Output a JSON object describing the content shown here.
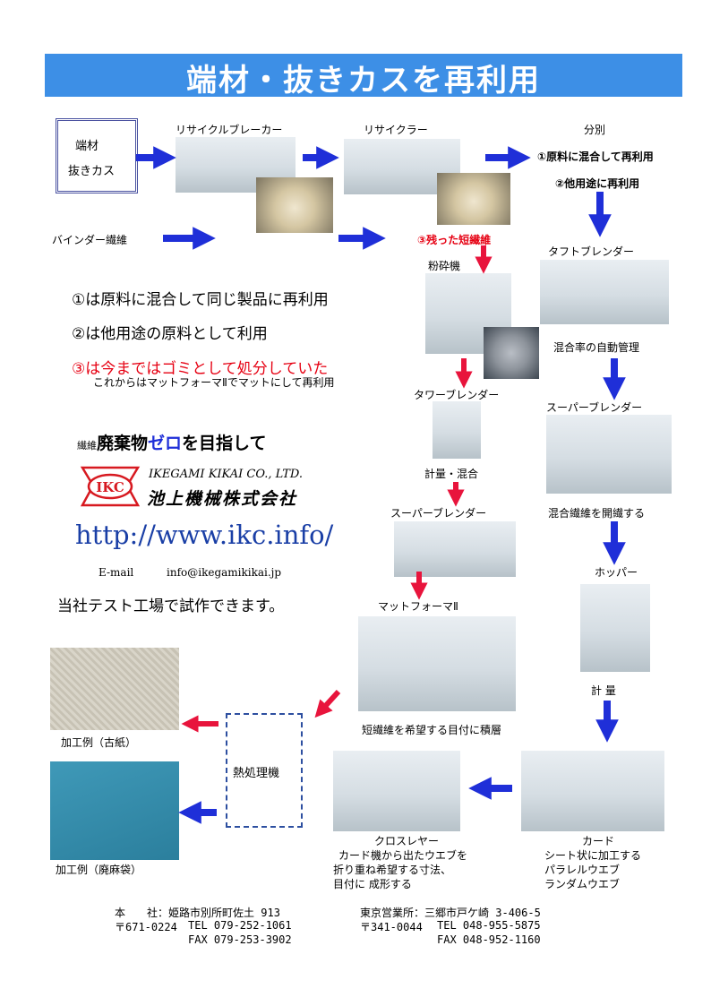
{
  "banner": {
    "title": "端材・抜きカスを再利用"
  },
  "input_box": {
    "line1": "端材",
    "line2": "抜きカス"
  },
  "labels": {
    "recycle_breaker": "リサイクルブレーカー",
    "recycler": "リサイクラー",
    "sort": "分別",
    "sort_1": "①原料に混合して再利用",
    "sort_2": "②他用途に再利用",
    "binder_fiber": "バインダー繊維",
    "leftover_fiber": "③残った短繊維",
    "crusher": "粉砕機",
    "tuft_blender": "タフトブレンダー",
    "auto_mix": "混合率の自動管理",
    "tower_blender": "タワーブレンダー",
    "super_blender_right": "スーパーブレンダー",
    "weigh_mix": "計量・混合",
    "super_blender_mid": "スーパーブレンダー",
    "open_fiber": "混合繊維を開繊する",
    "hopper": "ホッパー",
    "mat_former": "マットフォーマⅡ",
    "weigh": "計 量",
    "laminate": "短繊維を希望する目付に積層",
    "heat_treat": "熱処理機",
    "example1": "加工例（古紙）",
    "example2": "加工例（廃麻袋）",
    "cross_layer": "クロスレヤー",
    "cross_desc1": "カード機から出たウエブを",
    "cross_desc2": "折り重ね希望する寸法、",
    "cross_desc3": "目付に 成形する",
    "card": "カード",
    "card_desc1": "シート状に加工する",
    "card_desc2": "パラレルウエブ",
    "card_desc3": "ランダムウエブ"
  },
  "notes": {
    "note1": "①は原料に混合して同じ製品に再利用",
    "note2": "②は他用途の原料として利用",
    "note3": "③は今まではゴミとして処分していた",
    "note3_sub": "これからはマットフォーマⅡでマットにして再利用"
  },
  "slogan": {
    "prefix": "繊維",
    "part1": "廃棄物",
    "part2": "ゼロ",
    "part3": "を目指して"
  },
  "company": {
    "logo_text": "IKC",
    "name_en": "IKEGAMI KIKAI CO., LTD.",
    "name_ja": "池上機械株式会社",
    "url": "http://www.ikc.info/",
    "email_label": "E-mail",
    "email": "info@ikegamikikai.jp",
    "test": "当社テスト工場で試作できます。"
  },
  "address": {
    "hq_label": "本　　社：",
    "hq_addr": "姫路市別所町佐土 913",
    "hq_zip": "〒671-0224",
    "hq_tel": "TEL 079-252-1061",
    "hq_fax": "FAX 079-253-3902",
    "tokyo_label": "東京営業所：",
    "tokyo_addr": "三郷市戸ケ崎 3-406-5",
    "tokyo_zip": "〒341-0044",
    "tokyo_tel": "TEL 048-955-5875",
    "tokyo_fax": "FAX 048-952-1160"
  },
  "colors": {
    "banner": "#3d8fe6",
    "arrow_blue": "#1f2fd8",
    "arrow_red": "#e8143c",
    "text_red": "#e60012"
  }
}
